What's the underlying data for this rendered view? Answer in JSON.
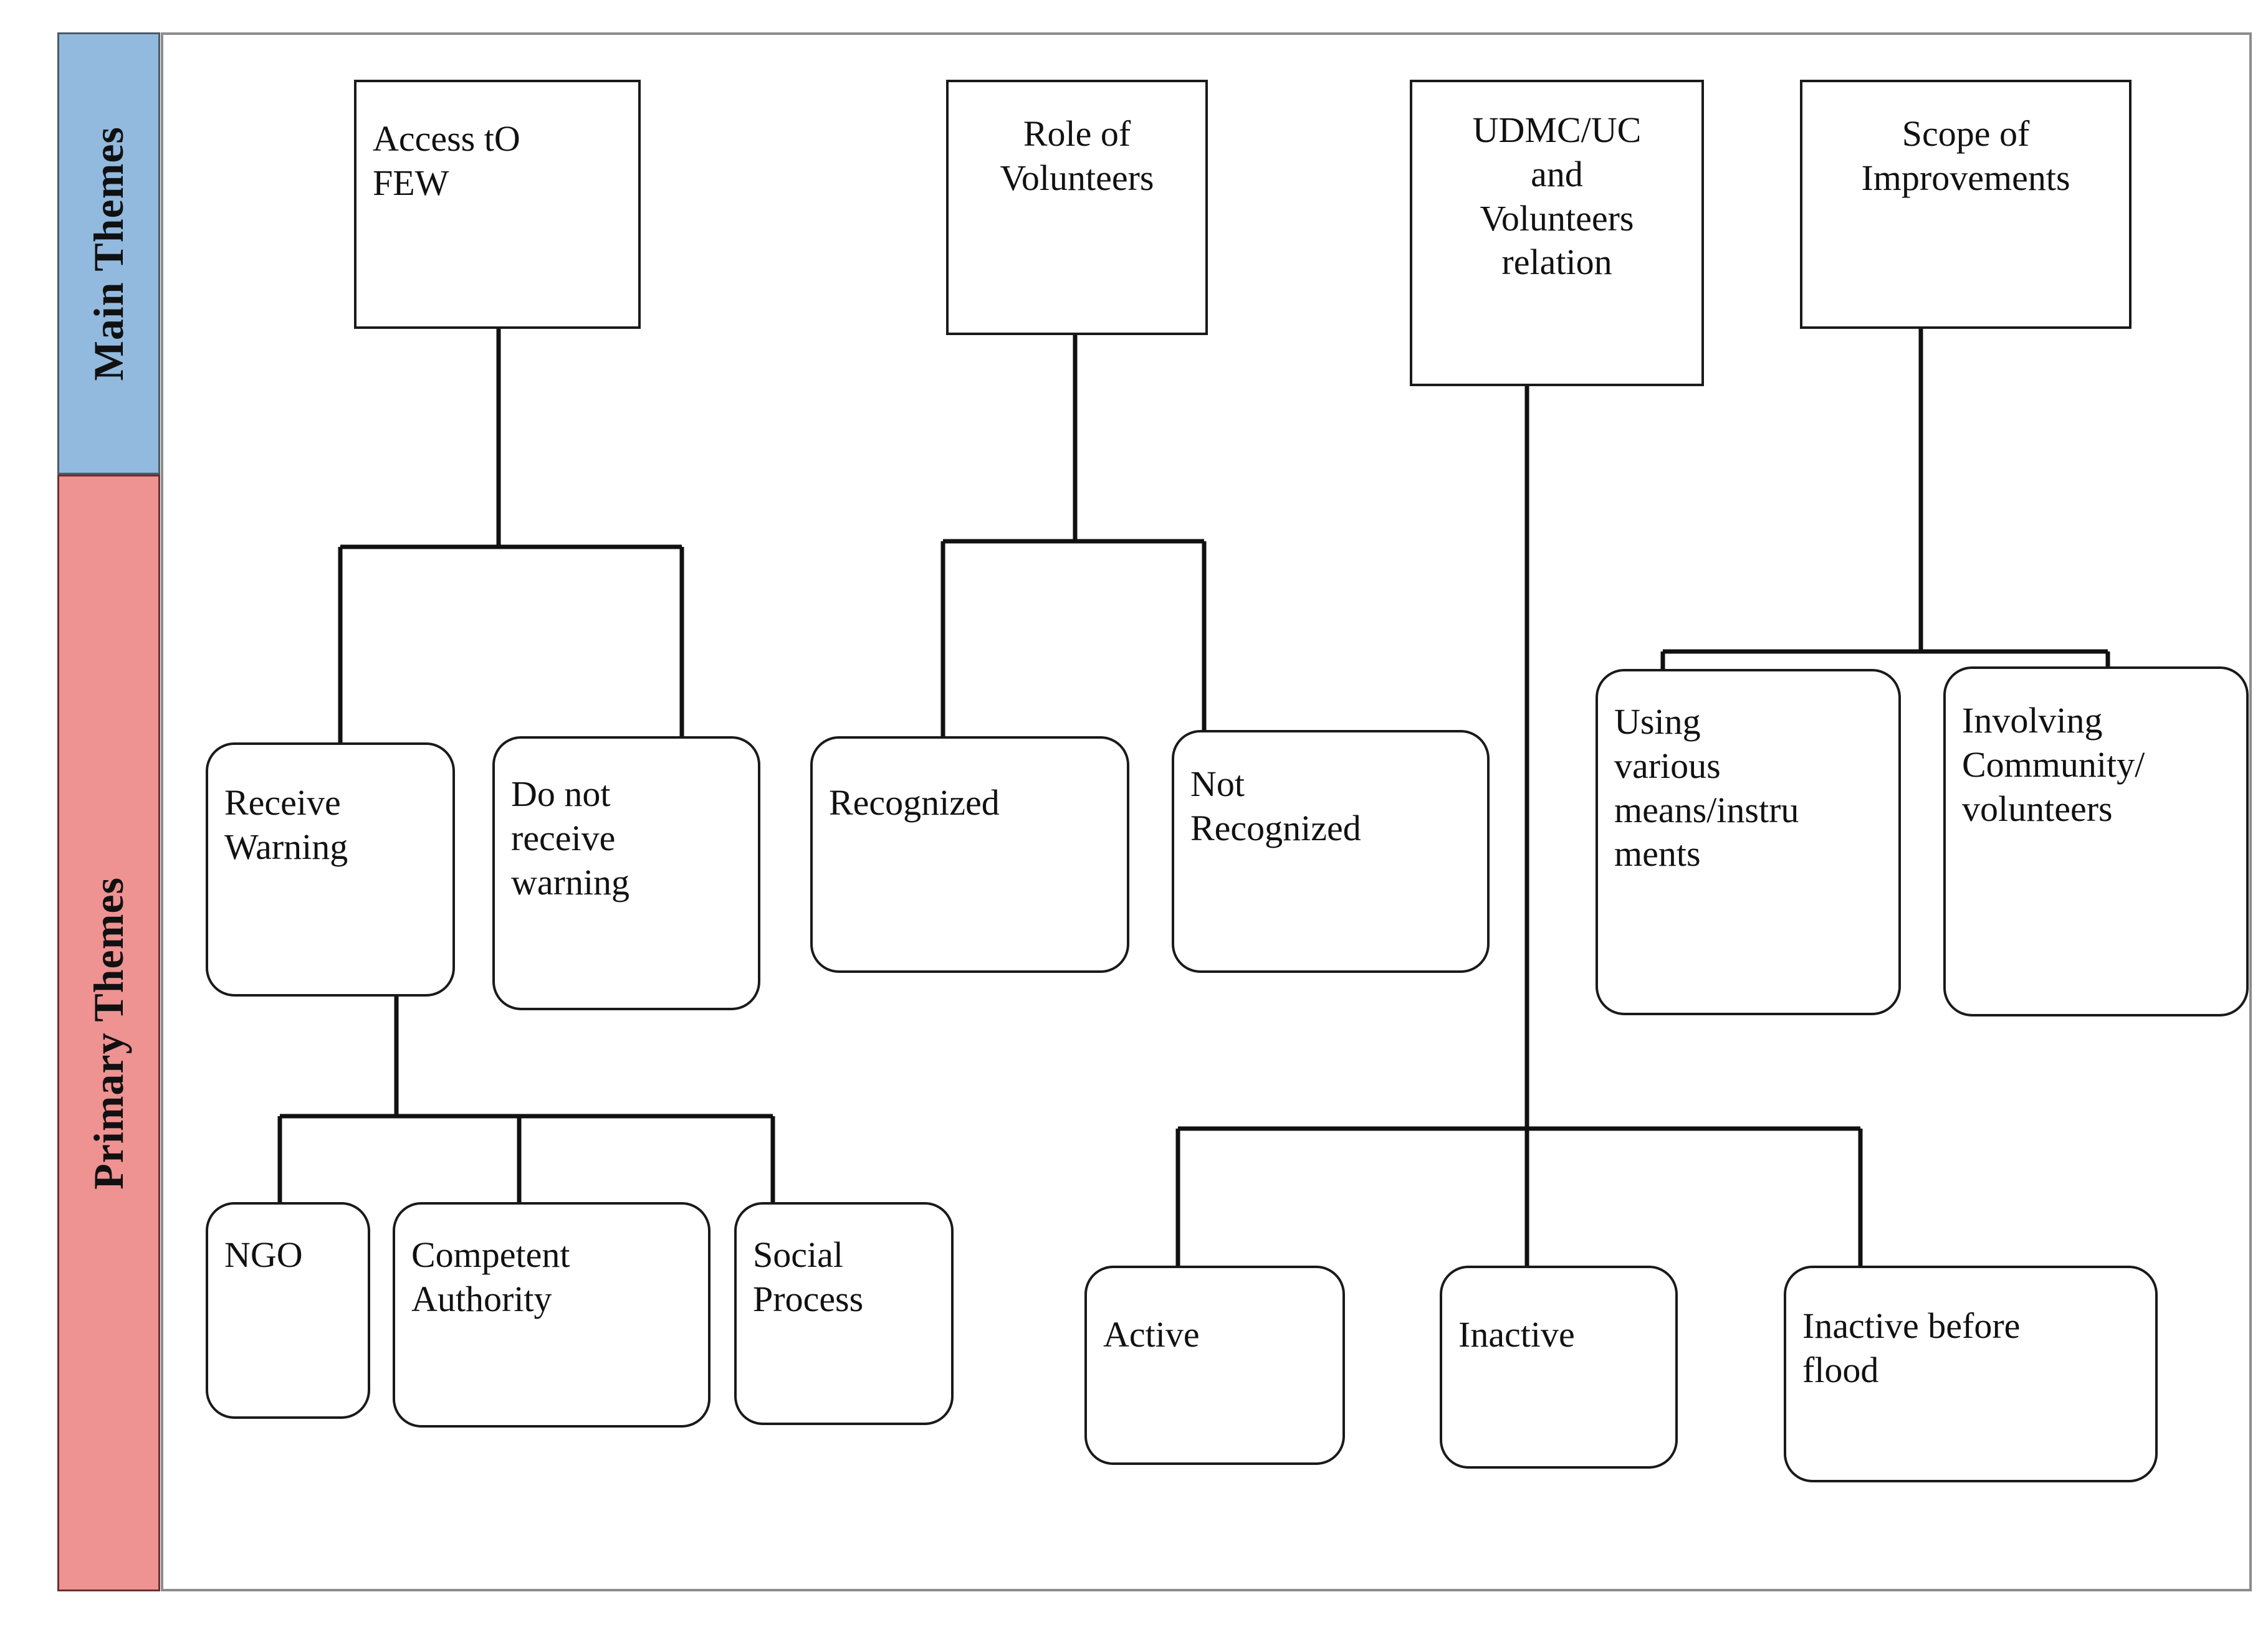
{
  "figure": {
    "type": "thematic-hierarchy-diagram",
    "bands": [
      {
        "id": "main-themes",
        "label": "Main Themes",
        "color": "#92bade"
      },
      {
        "id": "primary-themes",
        "label": "Primary Themes",
        "color": "#ef9292"
      }
    ]
  },
  "nodes": {
    "access_to_few": "Access tO\nFEW",
    "role_of_volunteers": "Role of\nVolunteers",
    "udmc_uc_relation": "UDMC/UC\nand\nVolunteers\nrelation",
    "scope_of_improvements": "Scope of\nImprovements",
    "receive_warning": "Receive\nWarning",
    "do_not_receive_warning": "Do not\nreceive\nwarning",
    "recognized": "Recognized",
    "not_recognized": "Not\nRecognized",
    "using_various_means": "Using\nvarious\nmeans/instru\nments",
    "involving_community": "Involving\nCommunity/\nvolunteers",
    "ngo": "NGO",
    "competent_authority": "Competent\nAuthority",
    "social_process": "Social\nProcess",
    "active": "Active",
    "inactive": "Inactive",
    "inactive_before_flood": "Inactive before\nflood"
  },
  "chart_data": {
    "type": "table",
    "title": "",
    "bands": [
      "Main Themes",
      "Primary Themes"
    ],
    "hierarchy": [
      {
        "main_theme": "Access tO FEW",
        "primary_themes": [
          {
            "label": "Receive Warning",
            "children": [
              "NGO",
              "Competent Authority",
              "Social Process"
            ]
          },
          {
            "label": "Do not receive warning",
            "children": []
          }
        ]
      },
      {
        "main_theme": "Role of Volunteers",
        "primary_themes": [
          {
            "label": "Recognized",
            "children": []
          },
          {
            "label": "Not Recognized",
            "children": []
          }
        ]
      },
      {
        "main_theme": "UDMC/UC and Volunteers relation",
        "primary_themes": [
          {
            "label": "Active",
            "children": []
          },
          {
            "label": "Inactive",
            "children": []
          },
          {
            "label": "Inactive before flood",
            "children": []
          }
        ]
      },
      {
        "main_theme": "Scope of Improvements",
        "primary_themes": [
          {
            "label": "Using various means/instruments",
            "children": []
          },
          {
            "label": "Involving Community/ volunteers",
            "children": []
          }
        ]
      }
    ]
  },
  "colors": {
    "main_band": "#92bade",
    "primary_band": "#ef9292",
    "node_border": "#1a1a1a",
    "frame_border": "#8c8c8c",
    "connector": "#111111"
  }
}
